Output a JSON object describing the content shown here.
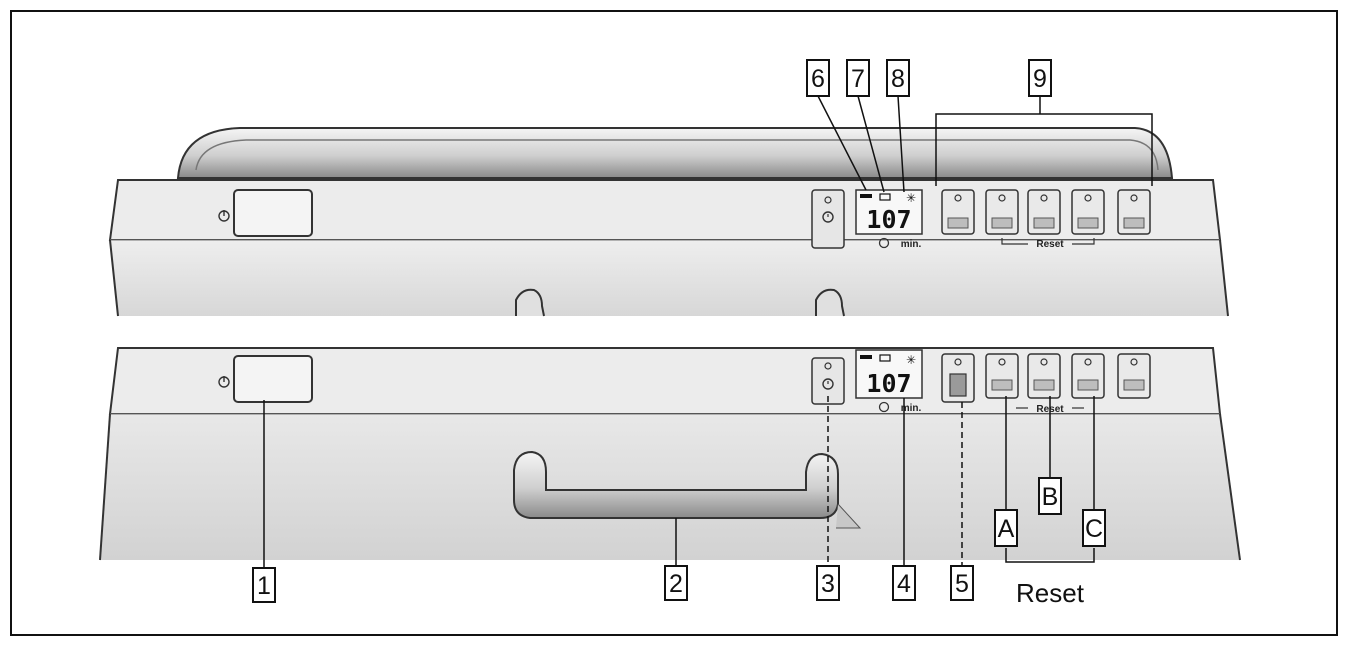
{
  "callouts": {
    "c1": "1",
    "c2": "2",
    "c3": "3",
    "c4": "4",
    "c5": "5",
    "c6": "6",
    "c7": "7",
    "c8": "8",
    "c9": "9",
    "cA": "A",
    "cB": "B",
    "cC": "C"
  },
  "reset_label_large": "Reset",
  "top_panel": {
    "display_value": "107",
    "display_unit": "min.",
    "reset_label": "Reset"
  },
  "bottom_panel": {
    "display_value": "107",
    "display_unit": "min.",
    "reset_label": "Reset"
  },
  "icons": {
    "power": "power-icon",
    "timer": "timer-icon",
    "water": "water-tap-icon",
    "salt": "salt-icon",
    "rinse": "rinse-aid-icon",
    "clock": "clock-icon"
  },
  "colors": {
    "panel": "#e4e4e4",
    "panel_front": "#d6d6d6",
    "line": "#333333"
  }
}
